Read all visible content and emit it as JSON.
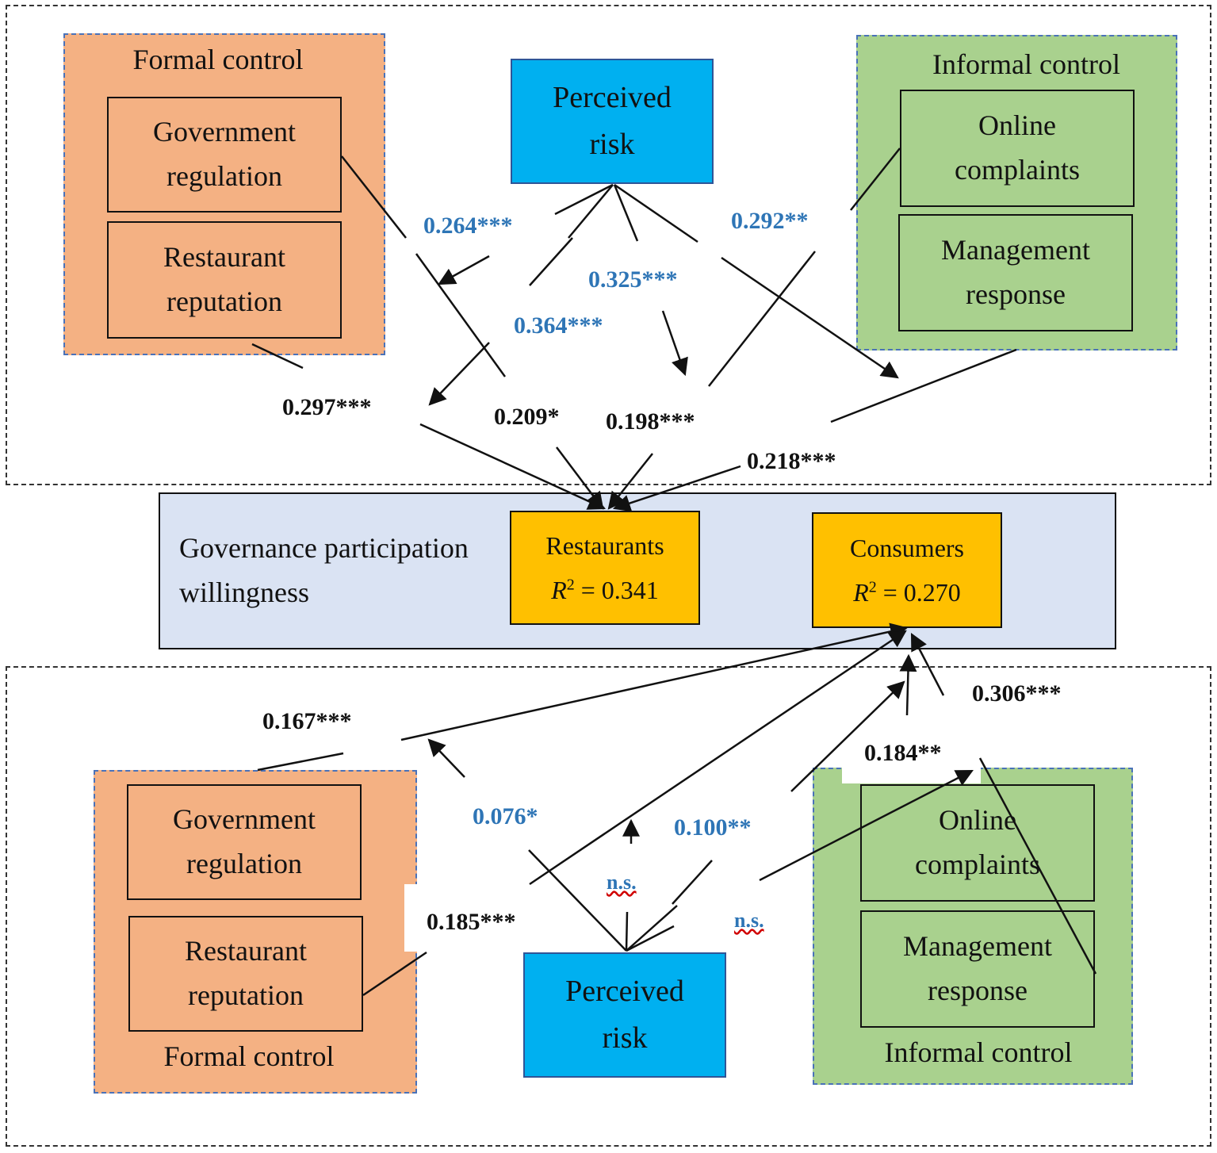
{
  "top_panel": {
    "formal_group": {
      "title": "Formal control",
      "item1": "Government regulation",
      "item2": "Restaurant reputation"
    },
    "informal_group": {
      "title": "Informal control",
      "item1": "Online complaints",
      "item2": "Management response"
    },
    "risk": "Perceived risk",
    "coefficients": {
      "risk_to_formal": "0.264***",
      "risk_to_restaurants": "0.364***",
      "risk_to_center": "0.325***",
      "risk_to_informal_reverse": "0.292**",
      "reputation_to_restaurants": "0.297***",
      "government_to_restaurants": "0.209*",
      "complaints_to_restaurants": "0.198***",
      "response_to_restaurants": "0.218***"
    }
  },
  "center": {
    "label": "Governance participation willingness",
    "restaurants": {
      "title": "Restaurants",
      "r2_symbol": "R",
      "r2_exp": "2",
      "r2_value": "= 0.341"
    },
    "consumers": {
      "title": "Consumers",
      "r2_symbol": "R",
      "r2_exp": "2",
      "r2_value": "= 0.270"
    }
  },
  "bottom_panel": {
    "formal_group": {
      "title": "Formal control",
      "item1": "Government regulation",
      "item2": "Restaurant reputation"
    },
    "informal_group": {
      "title": "Informal control",
      "item1": "Online complaints",
      "item2": "Management response"
    },
    "risk": "Perceived risk",
    "coefficients": {
      "government_to_consumers": "0.167***",
      "reputation_to_consumers": "0.185***",
      "risk_to_formal": "0.076*",
      "risk_to_center": "n.s.",
      "risk_to_informal": "0.100**",
      "risk_to_response": "n.s.",
      "complaints_to_consumers": "0.184**",
      "response_to_consumers": "0.306***"
    }
  }
}
